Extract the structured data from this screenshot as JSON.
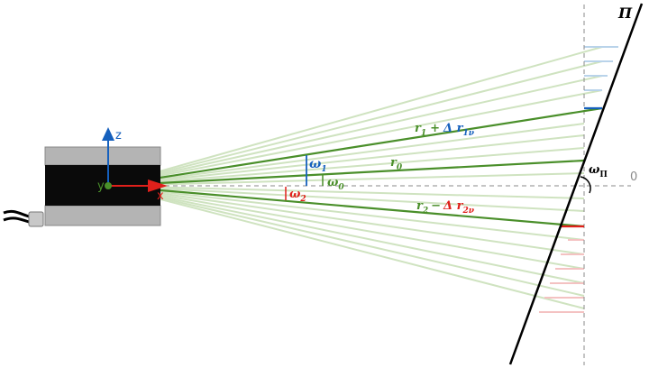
{
  "labels": {
    "plane": "Π",
    "zero": "0",
    "axis_z": "z",
    "axis_y": "y",
    "axis_x": "x",
    "r0": "r",
    "r0_sub": "0",
    "omega0": "ω",
    "omega0_sub": "0",
    "omega1": "ω",
    "omega1_sub": "1",
    "omega2": "ω",
    "omega2_sub": "2",
    "omegaPi": "ω",
    "omegaPi_sub": "Π",
    "r1": "r",
    "r1_sub": "1",
    "r1_plus": "+",
    "r1_delta": "Δ r",
    "r1_delta_sub": "1ν",
    "r2": "r",
    "r2_sub": "2",
    "r2_minus": "−",
    "r2_delta": "Δ r",
    "r2_delta_sub": "2ν"
  },
  "colors": {
    "beam": "#4a8f2a",
    "beam_faint": "#cfe3c0",
    "blue": "#1560bd",
    "blue_faint": "#b9d3ea",
    "red": "#e0201b",
    "red_faint": "#f4c2c2",
    "plane": "#000000",
    "dashed": "#8a8a8a",
    "sensor_body": "#0a0a0a",
    "sensor_cap": "#b4b4b4"
  },
  "icons": {
    "sensor": "lidar-sensor-icon",
    "connector": "cable-connector-icon"
  }
}
